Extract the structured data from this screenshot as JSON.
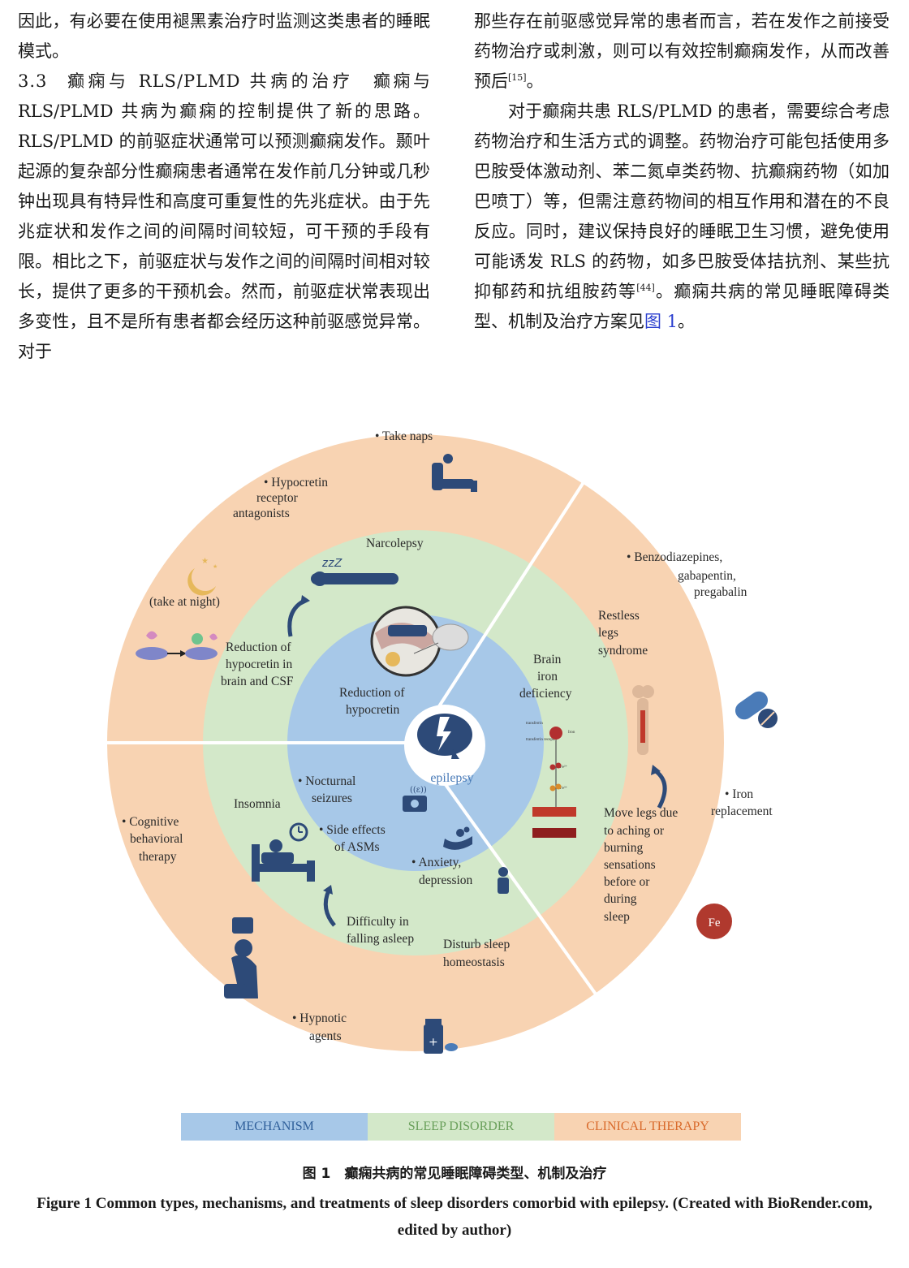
{
  "left_col": {
    "p1": "因此，有必要在使用褪黑素治疗时监测这类患者的睡眠模式。",
    "sec_num": "3.3",
    "sec_title": "癫痫与 RLS/PLMD 共病的治疗",
    "p2": "癫痫与 RLS/PLMD 共病为癫痫的控制提供了新的思路。RLS/PLMD 的前驱症状通常可以预测癫痫发作。颞叶起源的复杂部分性癫痫患者通常在发作前几分钟或几秒钟出现具有特异性和高度可重复性的先兆症状。由于先兆症状和发作之间的间隔时间较短，可干预的手段有限。相比之下，前驱症状与发作之间的间隔时间相对较长，提供了更多的干预机会。然而，前驱症状常表现出多变性，且不是所有患者都会经历这种前驱感觉异常。对于"
  },
  "right_col": {
    "p1": "那些存在前驱感觉异常的患者而言，若在发作之前接受药物治疗或刺激，则可以有效控制癫痫发作，从而改善预后",
    "p1_ref": "[15]",
    "p1_end": "。",
    "p2a": "对于癫痫共患 RLS/PLMD 的患者，需要综合考虑药物治疗和生活方式的调整。药物治疗可能包括使用多巴胺受体激动剂、苯二氮卓类药物、抗癫痫药物（如加巴喷丁）等，但需注意药物间的相互作用和潜在的不良反应。同时，建议保持良好的睡眠卫生习惯，避免使用可能诱发 RLS 的药物，如多巴胺受体拮抗剂、某些抗抑郁药和抗组胺药等",
    "p2_ref": "[44]",
    "p2b": "。癫痫共病的常见睡眠障碍类型、机制及治疗方案见",
    "p2_link": "图 1",
    "p2_end": "。"
  },
  "figure": {
    "center": "epilepsy",
    "mechanism": {
      "hypocretin": [
        "Reduction of",
        "hypocretin"
      ],
      "iron": [
        "Brain",
        "iron",
        "deficiency"
      ],
      "nocturnal": [
        "• Nocturnal",
        "seizures"
      ],
      "side_effects": [
        "• Side effects",
        "of ASMs"
      ],
      "anxiety": [
        "• Anxiety,",
        "depression"
      ],
      "tiny": [
        "hypothalamus",
        "Pituitary gland",
        "transferrin",
        "transferrin receptor",
        "Iron",
        "Fe²⁺",
        "Fe³⁺",
        "Lipid peroxidation",
        "Ferroptosis"
      ]
    },
    "sleep": {
      "narcolepsy": "Narcolepsy",
      "rls": [
        "Restless",
        "legs",
        "syndrome"
      ],
      "insomnia": "Insomnia",
      "reduction_csf": [
        "Reduction of",
        "hypocretin in",
        "brain and CSF"
      ],
      "move_legs": [
        "Move legs due",
        "to aching or",
        "burning",
        "sensations",
        "before or",
        "during",
        "sleep"
      ],
      "difficulty": [
        "Difficulty in",
        "falling asleep"
      ],
      "disturb": [
        "Disturb sleep",
        "homeostasis"
      ],
      "zzz": "zzZ"
    },
    "therapy": {
      "naps": "• Take naps",
      "hypocretin_antag": [
        "• Hypocretin",
        "receptor",
        "antagonists"
      ],
      "take_night": "(take at night)",
      "benzo": [
        "• Benzodiazepines,",
        "gabapentin,",
        "pregabalin"
      ],
      "iron": [
        "•  Iron",
        "replacement"
      ],
      "fe": "Fe",
      "cbt": [
        "• Cognitive",
        "behavioral",
        "therapy"
      ],
      "hypnotic": [
        "• Hypnotic",
        "agents"
      ]
    },
    "colors": {
      "mechanism": "#a7c8e8",
      "sleep": "#d3e8c9",
      "therapy": "#f8d3b2",
      "icon": "#2d4a78"
    }
  },
  "legend": [
    "MECHANISM",
    "SLEEP DISORDER",
    "CLINICAL THERAPY"
  ],
  "caption_cn": "图 1　癫痫共病的常见睡眠障碍类型、机制及治疗",
  "caption_en": "Figure 1   Common types, mechanisms, and treatments of sleep disorders comorbid with epilepsy. (Created with BioRender.com, edited by author)"
}
